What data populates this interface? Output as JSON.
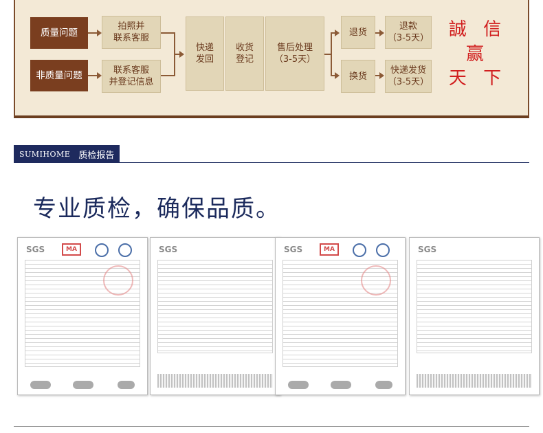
{
  "flow": {
    "categories": [
      "质量问题",
      "非质量问题"
    ],
    "quality_step": [
      "拍照并",
      "联系客服"
    ],
    "nonquality_step": [
      "联系客服",
      "并登记信息"
    ],
    "express": [
      "快递",
      "发回"
    ],
    "receive": [
      "收货",
      "登记"
    ],
    "aftersale": [
      "售后处理",
      "（3-5天）"
    ],
    "returns": "退货",
    "refund": [
      "退款",
      "（3-5天）"
    ],
    "exchange": "换货",
    "fastship": [
      "快递发货",
      "（3-5天）"
    ],
    "slogan": [
      "誠 信",
      "赢",
      "天 下"
    ],
    "colors": {
      "category": "#7a3e1f",
      "step": "#e2d6b7",
      "slogan": "#d11f1f",
      "panel": "#f3e9d6"
    }
  },
  "section": {
    "label_en": "SUMIHOME",
    "label_cn": "质检报告"
  },
  "headline": "专业质检，确保品质。",
  "certificates": [
    {
      "logo": "SGS",
      "badge": "MA"
    },
    {
      "logo": "SGS",
      "badge": ""
    },
    {
      "logo": "SGS",
      "badge": "MA"
    },
    {
      "logo": "SGS",
      "badge": ""
    }
  ]
}
